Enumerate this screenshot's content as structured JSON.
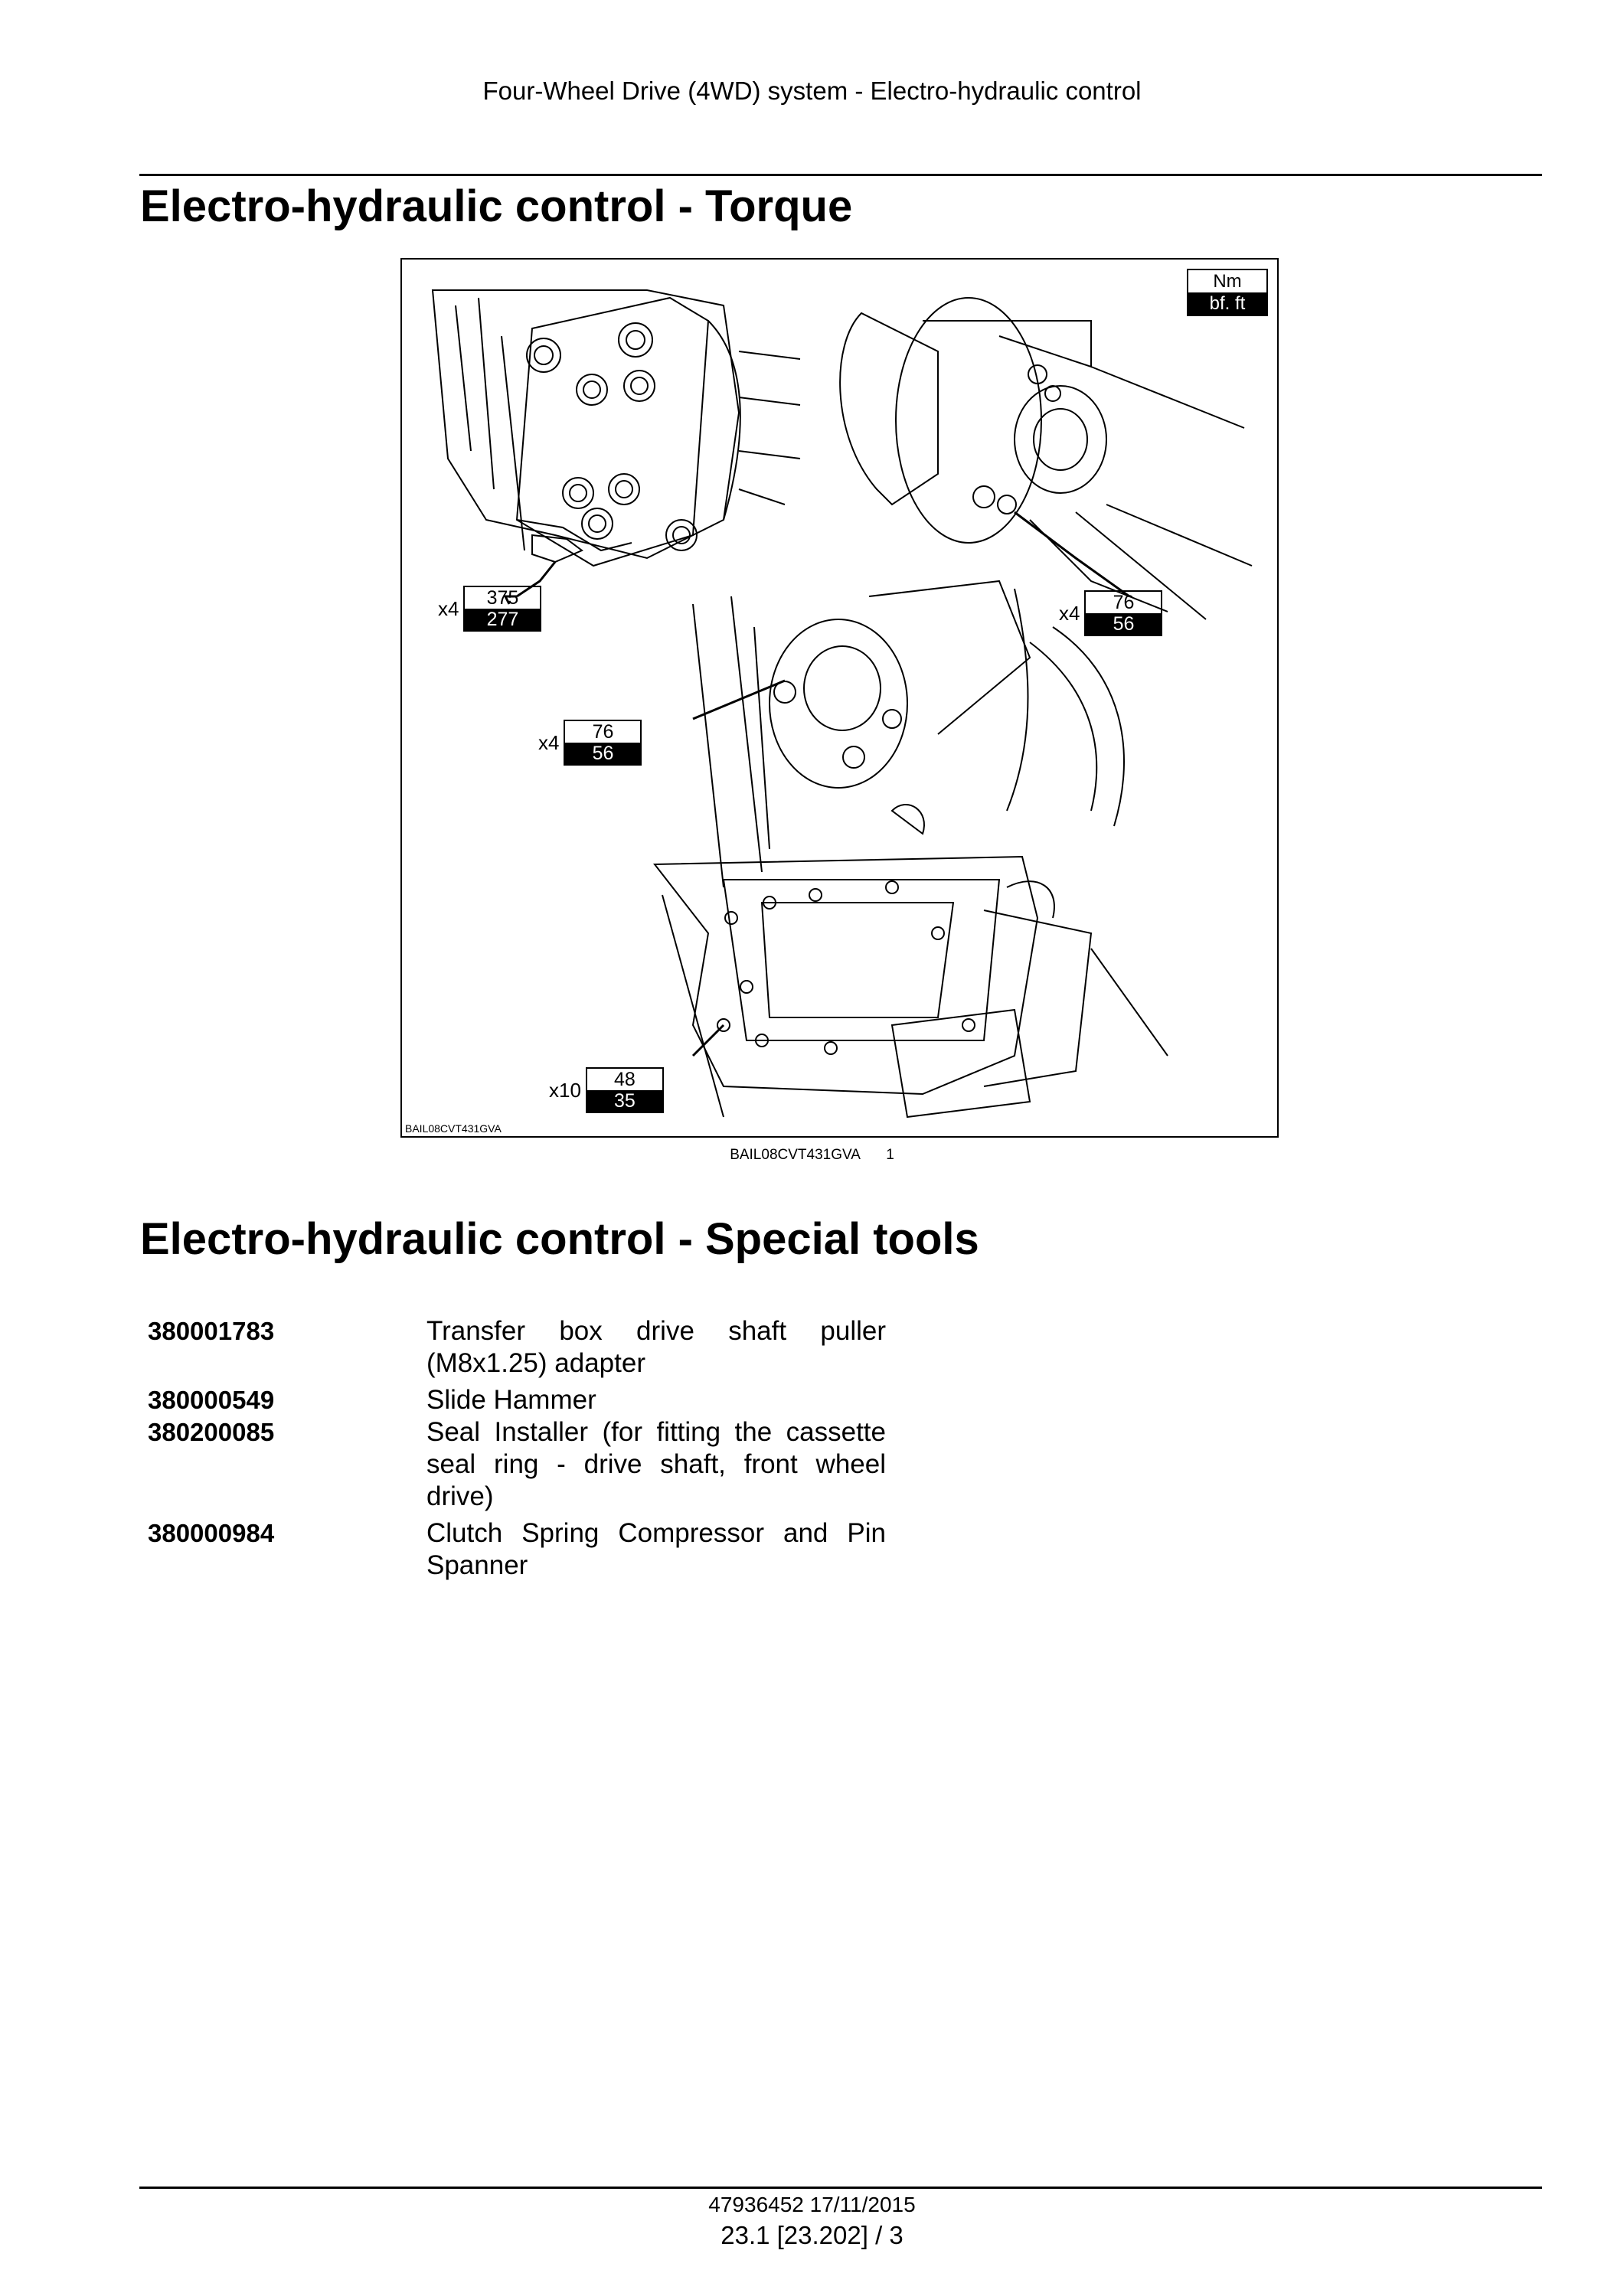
{
  "running_head": "Four-Wheel Drive (4WD) system - Electro-hydraulic control",
  "section_torque": {
    "title": "Electro-hydraulic control - Torque"
  },
  "figure": {
    "code_inner": "BAIL08CVT431GVA",
    "caption_code": "BAIL08CVT431GVA",
    "caption_number": "1",
    "unit_key": {
      "top": "Nm",
      "bottom": "bf. ft"
    },
    "callouts": [
      {
        "mult": "x4",
        "nm": "375",
        "lbft": "277"
      },
      {
        "mult": "x4",
        "nm": "76",
        "lbft": "56"
      },
      {
        "mult": "x4",
        "nm": "76",
        "lbft": "56"
      },
      {
        "mult": "x10",
        "nm": "48",
        "lbft": "35"
      }
    ]
  },
  "section_tools": {
    "title": "Electro-hydraulic control - Special tools",
    "items": [
      {
        "part": "380001783",
        "desc": "Transfer box drive shaft puller (M8x1.25) adapter"
      },
      {
        "part": "380000549",
        "desc": "Slide Hammer"
      },
      {
        "part": "380200085",
        "desc": "Seal Installer (for fitting the cassette seal ring - drive shaft, front wheel drive)"
      },
      {
        "part": "380000984",
        "desc": "Clutch Spring Compressor and Pin Spanner"
      }
    ]
  },
  "footer": {
    "doc": "47936452 17/11/2015",
    "page": "23.1 [23.202] / 3"
  }
}
